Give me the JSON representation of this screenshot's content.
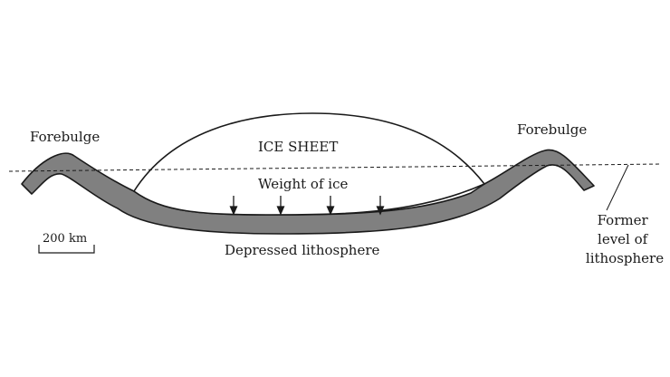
{
  "labels": {
    "forebulge_left": "Forebulge",
    "forebulge_right": "Forebulge",
    "ice_sheet": "ICE SHEET",
    "weight_of_ice": "Weight of ice",
    "depressed_lithosphere": "Depressed lithosphere",
    "scale_bar": "200 km",
    "former_level": [
      "Former",
      "level of",
      "lithosphere"
    ]
  },
  "colors": {
    "lithosphere": "#808080",
    "outline": "#1a1a1a",
    "background": "#ffffff"
  },
  "arrow_count": 4
}
